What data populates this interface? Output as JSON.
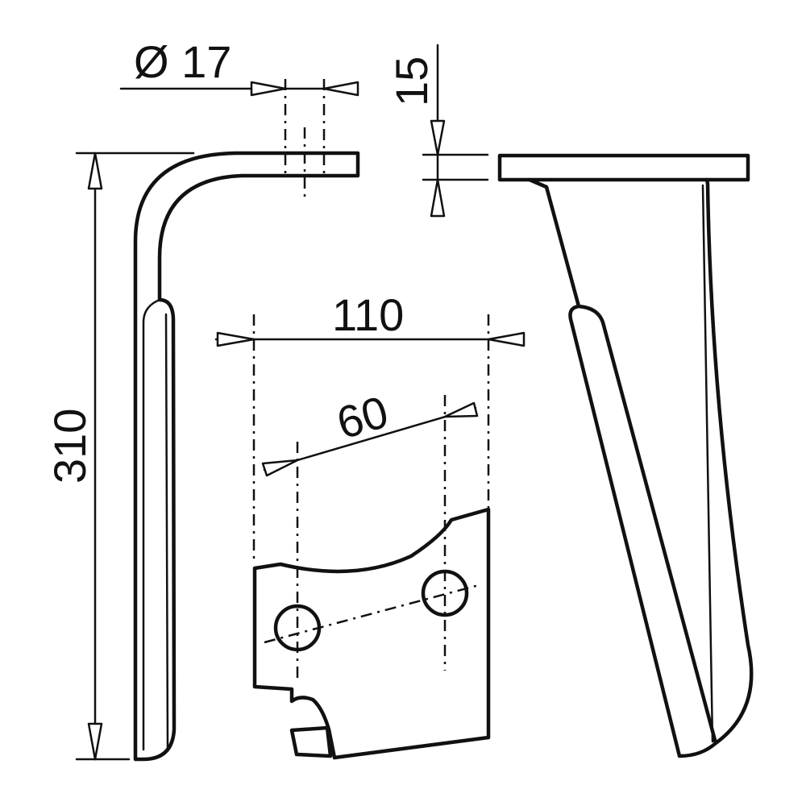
{
  "drawing": {
    "dimensions": {
      "height_label": "310",
      "diameter_label": "Ø 17",
      "thickness_label": "15",
      "width_label": "110",
      "hole_spacing_label": "60"
    },
    "colors": {
      "line": "#111111",
      "background": "#ffffff"
    }
  }
}
